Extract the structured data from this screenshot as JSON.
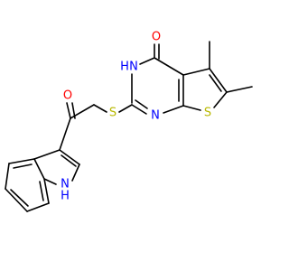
{
  "molecule": {
    "colors": {
      "bond": "#000000",
      "oxygen": "#ff0000",
      "nitrogen": "#0000ff",
      "sulfur": "#b8b800"
    },
    "atoms": {
      "o_pyrimidinone": "O",
      "n_h_pyrimidinone": "H",
      "n_pyrimidinone_nh": "N",
      "n_pyrimidine": "N",
      "s_thiophene": "S",
      "s_thioether": "S",
      "o_ketone": "O",
      "n_h_indole": "H",
      "n_indole": "N"
    }
  }
}
